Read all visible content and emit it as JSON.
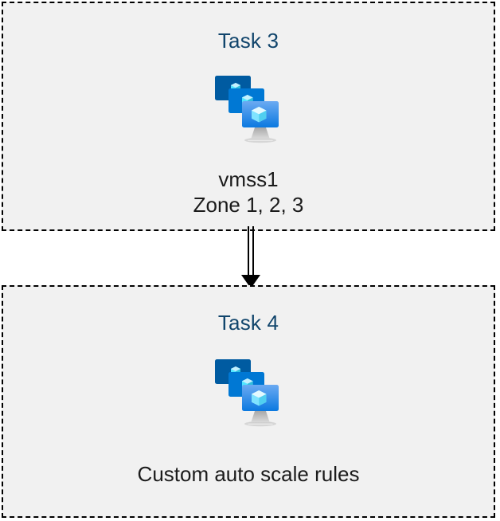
{
  "diagram": {
    "type": "flow",
    "direction": "top-to-bottom",
    "background_color": "#ffffff",
    "box_fill_color": "#f1f1f1",
    "box_border_color": "#000000",
    "box_border_style": "dashed",
    "title_color": "#11456c",
    "caption_color": "#1b1b1b"
  },
  "nodes": [
    {
      "id": "task3",
      "title": "Task 3",
      "icon": "azure-vm-scale-set-icon",
      "caption_lines": [
        "vmss1",
        "Zone 1, 2, 3"
      ]
    },
    {
      "id": "task4",
      "title": "Task 4",
      "icon": "azure-vm-scale-set-icon",
      "caption_lines": [
        "Custom auto scale rules"
      ]
    }
  ],
  "connector": {
    "from": "task3",
    "to": "task4",
    "style": "double-line-arrow",
    "color": "#000000",
    "label": ""
  },
  "icon_palette": {
    "monitor_back": "#005BA1",
    "monitor_middle": "#0078D4",
    "monitor_front_top": "#5EA0EF",
    "monitor_front_bottom": "#0B79E0",
    "cube_light": "#C3F1FF",
    "cube_mid": "#9CEBFF",
    "cube_dark": "#50E6FF",
    "stand_gray": "#B3B3B3"
  }
}
